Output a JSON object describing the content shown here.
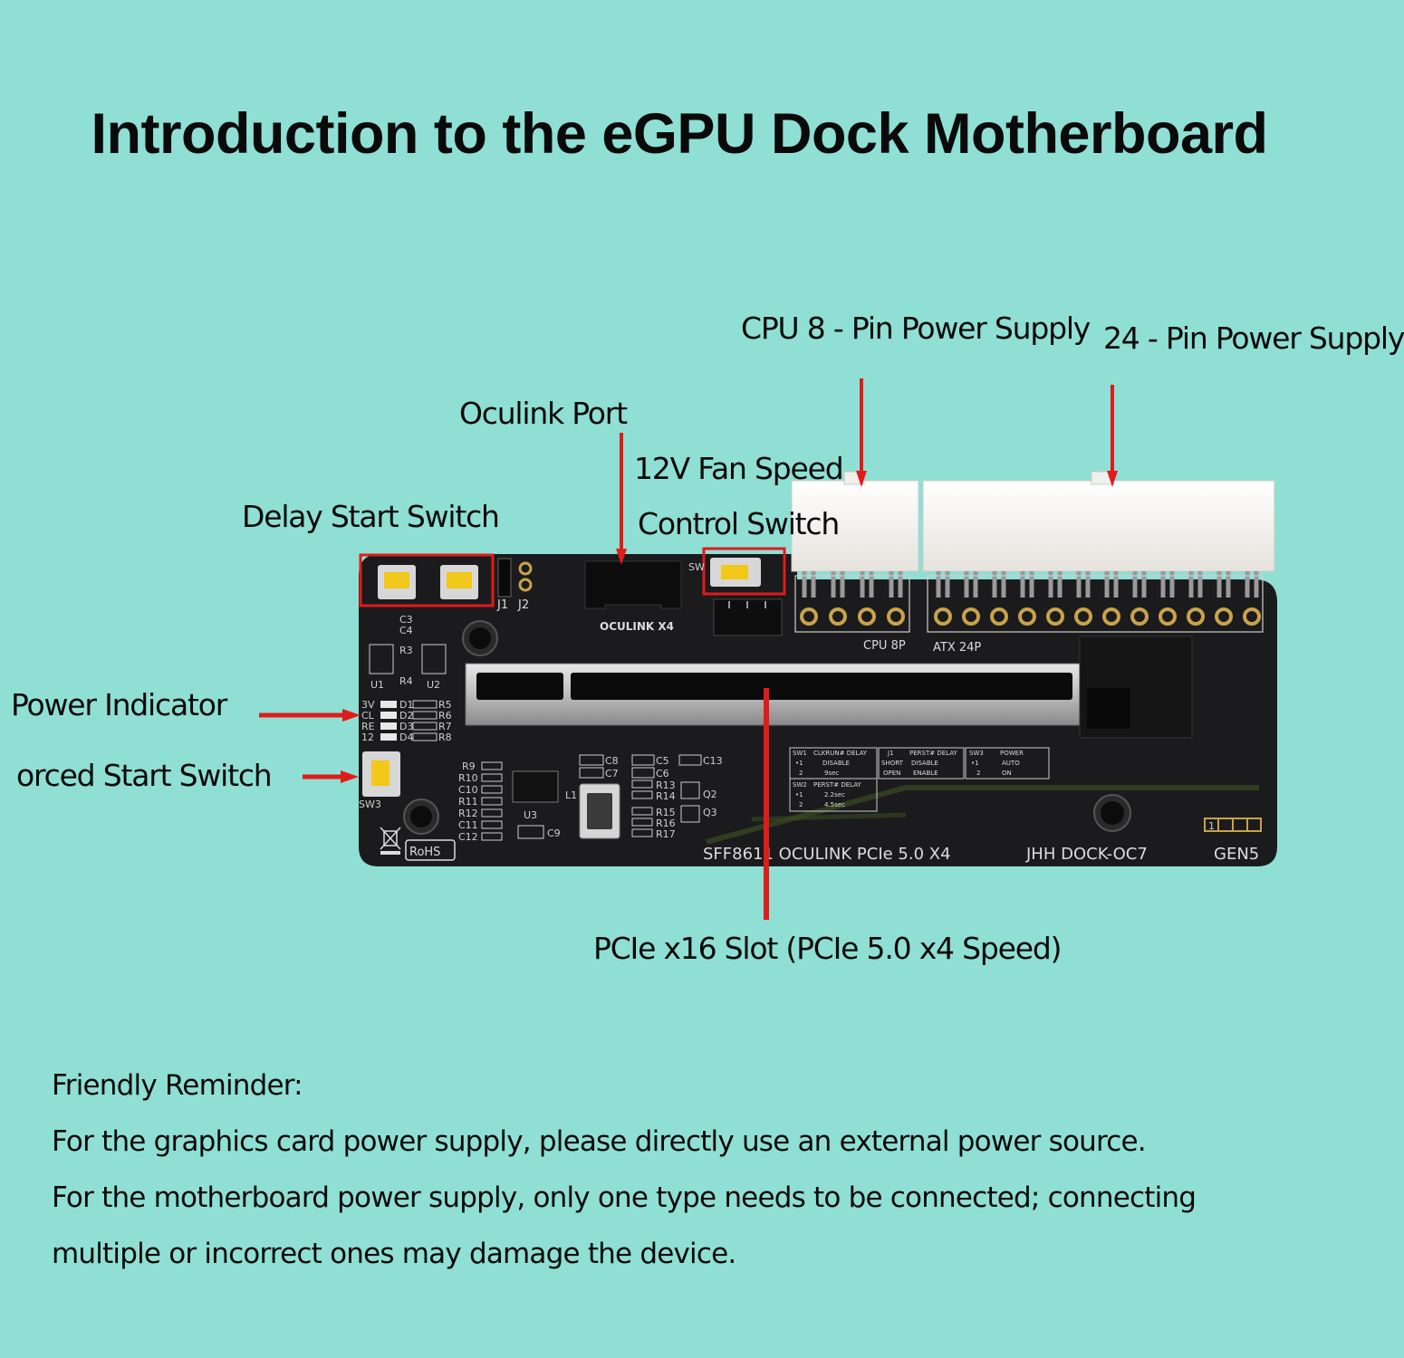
{
  "title": "Introduction to the eGPU Dock Motherboard",
  "callouts": {
    "cpu_power": "CPU 8 - Pin Power Supply",
    "atx_power": "24 - Pin Power Supply",
    "oculink": "Oculink Port",
    "fan_line1": "12V Fan Speed",
    "fan_line2": "Control Switch",
    "delay_switch": "Delay Start Switch",
    "power_indicator": "Power Indicator",
    "forced_switch": "orced Start Switch",
    "pcie_slot": "PCIe x16 Slot (PCIe 5.0 x4 Speed)"
  },
  "board": {
    "oculink_label": "OCULINK X4",
    "cpu_label": "CPU  8P",
    "atx_label": "ATX  24P",
    "j1": "J1",
    "j2": "J2",
    "bottom_left": "SFF8611 OCULINK  PCIe 5.0  X4",
    "bottom_mid": "JHH DOCK-OC7",
    "bottom_right": "GEN5",
    "rohs": "RoHS",
    "gen_box_digit": "1",
    "components": {
      "c3": "C3",
      "c4": "C4",
      "r3": "R3",
      "r4": "R4",
      "u1": "U1",
      "u2": "U2",
      "led_labels": [
        "3V",
        "CL",
        "RE",
        "12"
      ],
      "d_labels": [
        "D1",
        "D2",
        "D3",
        "D4"
      ],
      "r_labels": [
        "R5",
        "R6",
        "R7",
        "R8"
      ],
      "left_r": [
        "R9",
        "R10",
        "C10",
        "R11",
        "R12",
        "C11",
        "C12"
      ],
      "u3": "U3",
      "l1": "L1",
      "c9": "C9",
      "c8": "C8",
      "c7": "C7",
      "c5": "C5",
      "c6": "C6",
      "c13": "C13",
      "r13": "R13",
      "r14": "R14",
      "r15": "R15",
      "r16": "R16",
      "r17": "R17",
      "q2": "Q2",
      "q3": "Q3",
      "sw3": "SW3",
      "sw": "SW"
    },
    "table": {
      "col1": [
        "SW1",
        "CLKRUN# DELAY",
        "•1",
        "DISABLE",
        "2",
        "9sec"
      ],
      "col1b": [
        "SW2",
        "PERST# DELAY",
        "•1",
        "2.2sec",
        "2",
        "4.5sec"
      ],
      "col2": [
        "J1",
        "PERST# DELAY",
        "SHORT",
        "DISABLE",
        "OPEN",
        "ENABLE"
      ],
      "col3": [
        "SW3",
        "POWER",
        "•1",
        "AUTO",
        "2",
        "ON"
      ]
    }
  },
  "reminder": {
    "heading": "Friendly Reminder:",
    "line1": "For the graphics card power supply, please directly use an external power source.",
    "line2": "For the motherboard power supply, only one type needs to be connected; connecting",
    "line3": "multiple or incorrect ones may damage the device."
  },
  "colors": {
    "background": "#8fdfd4",
    "pcb": "#1a1a1c",
    "highlight": "#e01b1b",
    "switch": "#f2c81a",
    "connector": "#f4f4f2",
    "pin": "#c9a34a"
  }
}
